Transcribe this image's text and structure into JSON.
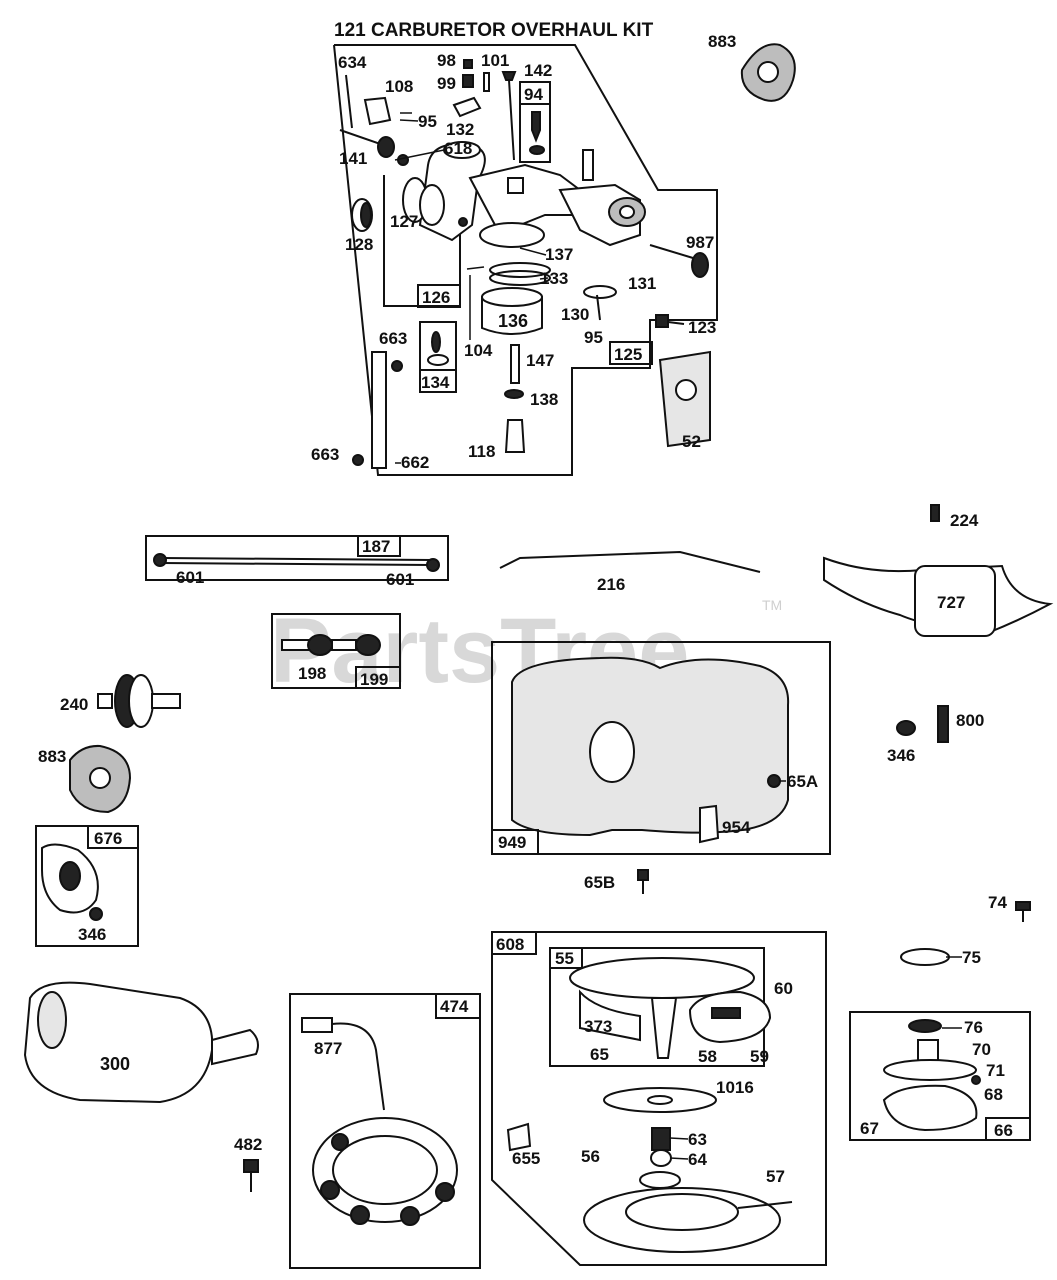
{
  "title": "121 CARBURETOR OVERHAUL KIT",
  "watermark": "PartsTree",
  "trademark": "TM",
  "box_labels": {
    "b94": "94",
    "b126": "126",
    "b125": "125",
    "b134": "134",
    "b187": "187",
    "b199": "199",
    "b949": "949",
    "b676": "676",
    "b474": "474",
    "b608": "608",
    "b55": "55",
    "b66": "66"
  },
  "labels": {
    "l883a": "883",
    "l634": "634",
    "l108": "108",
    "l98": "98",
    "l99": "99",
    "l101": "101",
    "l142": "142",
    "l95a": "95",
    "l132": "132",
    "l141": "141",
    "l618": "618",
    "l128": "128",
    "l127": "127",
    "l137": "137",
    "l133": "133",
    "l987": "987",
    "l131": "131",
    "l130": "130",
    "l95b": "95",
    "l123": "123",
    "l136": "136",
    "l663a": "663",
    "l104": "104",
    "l147": "147",
    "l138": "138",
    "l52": "52",
    "l663b": "663",
    "l662": "662",
    "l118": "118",
    "l224": "224",
    "l601a": "601",
    "l601b": "601",
    "l216": "216",
    "l727": "727",
    "l198": "198",
    "l240": "240",
    "l800": "800",
    "l346a": "346",
    "l65A": "65A",
    "l883b": "883",
    "l954": "954",
    "l65B": "65B",
    "l346b": "346",
    "l74": "74",
    "l75": "75",
    "l60": "60",
    "l300": "300",
    "l877": "877",
    "l373": "373",
    "l65c": "65",
    "l58": "58",
    "l59": "59",
    "l76": "76",
    "l70": "70",
    "l71": "71",
    "l68": "68",
    "l1016": "1016",
    "l67": "67",
    "l482": "482",
    "l655": "655",
    "l56": "56",
    "l63": "63",
    "l64": "64",
    "l57": "57"
  },
  "colors": {
    "ink": "#111111",
    "watermark": "#d8d8d8",
    "background": "#ffffff"
  }
}
